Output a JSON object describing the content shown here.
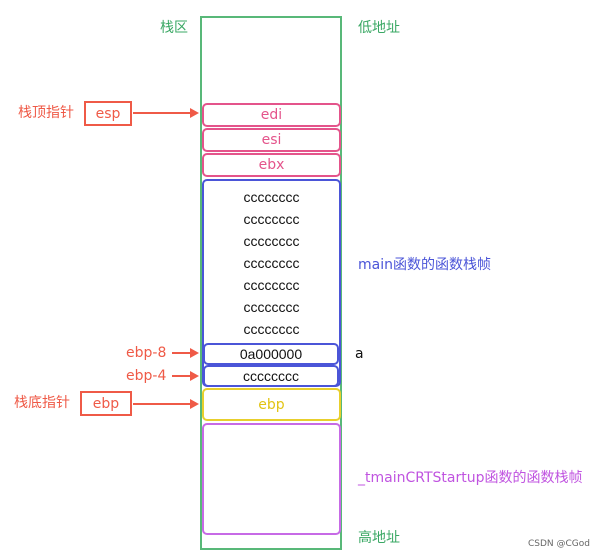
{
  "labels": {
    "stack_region": "栈区",
    "low_address": "低地址",
    "high_address": "高地址",
    "top_pointer": "栈顶指针",
    "bottom_pointer": "栈底指针",
    "main_frame": "main函数的函数栈帧",
    "crt_frame": "_tmainCRTStartup函数的函数栈帧",
    "var_a": "a"
  },
  "registers": {
    "esp": "esp",
    "ebp": "ebp"
  },
  "saved_registers": [
    "edi",
    "esi",
    "ebx"
  ],
  "main_cells": [
    "cccccccc",
    "cccccccc",
    "cccccccc",
    "cccccccc",
    "cccccccc",
    "cccccccc",
    "cccccccc"
  ],
  "locals": {
    "a_value": "0a000000",
    "a_offset": "ebp-8",
    "next_value": "cccccccc",
    "next_offset": "ebp-4"
  },
  "saved_ebp": "ebp",
  "watermark": "CSDN @CGod",
  "colors": {
    "green": "#3aa864",
    "red": "#ef5a47",
    "pink": "#e4548b",
    "blue": "#4b55d8",
    "yellow": "#e2c414",
    "purple": "#c054e0"
  }
}
